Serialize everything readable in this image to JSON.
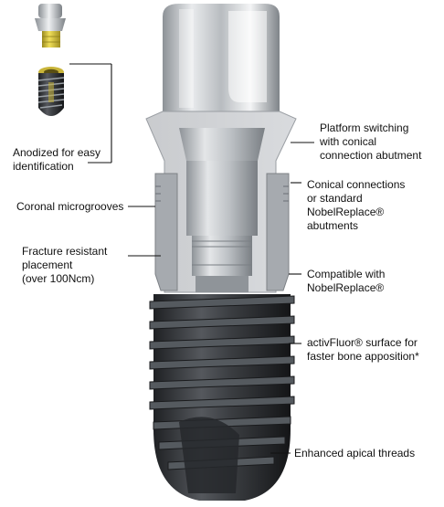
{
  "labels": {
    "anodized": "Anodized for easy\nidentification",
    "platform": "Platform switching\nwith conical\nconnection abutment",
    "coronal": "Coronal microgrooves",
    "conical": "Conical connections\nor standard\nNobelReplace® \nabutments",
    "fracture": "Fracture resistant\nplacement\n(over 100Ncm)",
    "compatible": "Compatible with\nNobelReplace® ",
    "activ": "activFluor® surface for\nfaster bone apposition*",
    "apical": "Enhanced apical threads"
  },
  "colors": {
    "gold": "#d8c23a",
    "steel": "#c8cbcf",
    "steel_dark": "#6d7278",
    "implant_dark": "#3a3c40",
    "leader_line": "#111111"
  }
}
